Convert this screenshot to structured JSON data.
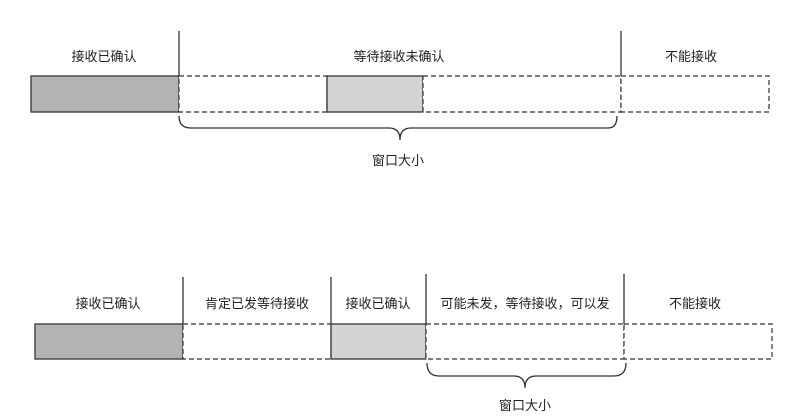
{
  "colors": {
    "dark_fill": "#b3b3b3",
    "light_fill": "#d3d3d3",
    "stroke": "#333333",
    "text": "#222222"
  },
  "top_diagram": {
    "header_acked": "接收已确认",
    "header_waiting": "等待接收未确认",
    "header_cannot": "不能接收",
    "window_label": "窗口大小"
  },
  "bottom_diagram": {
    "header_acked": "接收已确认",
    "header_sent_waiting": "肯定已发等待接收",
    "header_acked_2": "接收已确认",
    "header_can_send": "可能未发，等待接收，可以发",
    "header_cannot": "不能接收",
    "window_label": "窗口大小"
  }
}
